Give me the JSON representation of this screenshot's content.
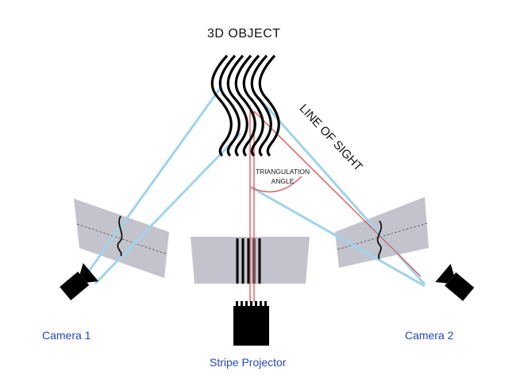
{
  "labels": {
    "object_title": "3D OBJECT",
    "line_of_sight": "LINE OF SIGHT",
    "triangulation_line1": "TRIANGULATION",
    "triangulation_line2": "ANGLE",
    "camera1": "Camera 1",
    "camera2": "Camera 2",
    "projector": "Stripe Projector"
  },
  "colors": {
    "sight_line": "#9fd4ec",
    "projector_line": "#e05a5a",
    "screen": "#c3c3cd",
    "stripe": "#000000",
    "label_blue": "#2447c6"
  }
}
